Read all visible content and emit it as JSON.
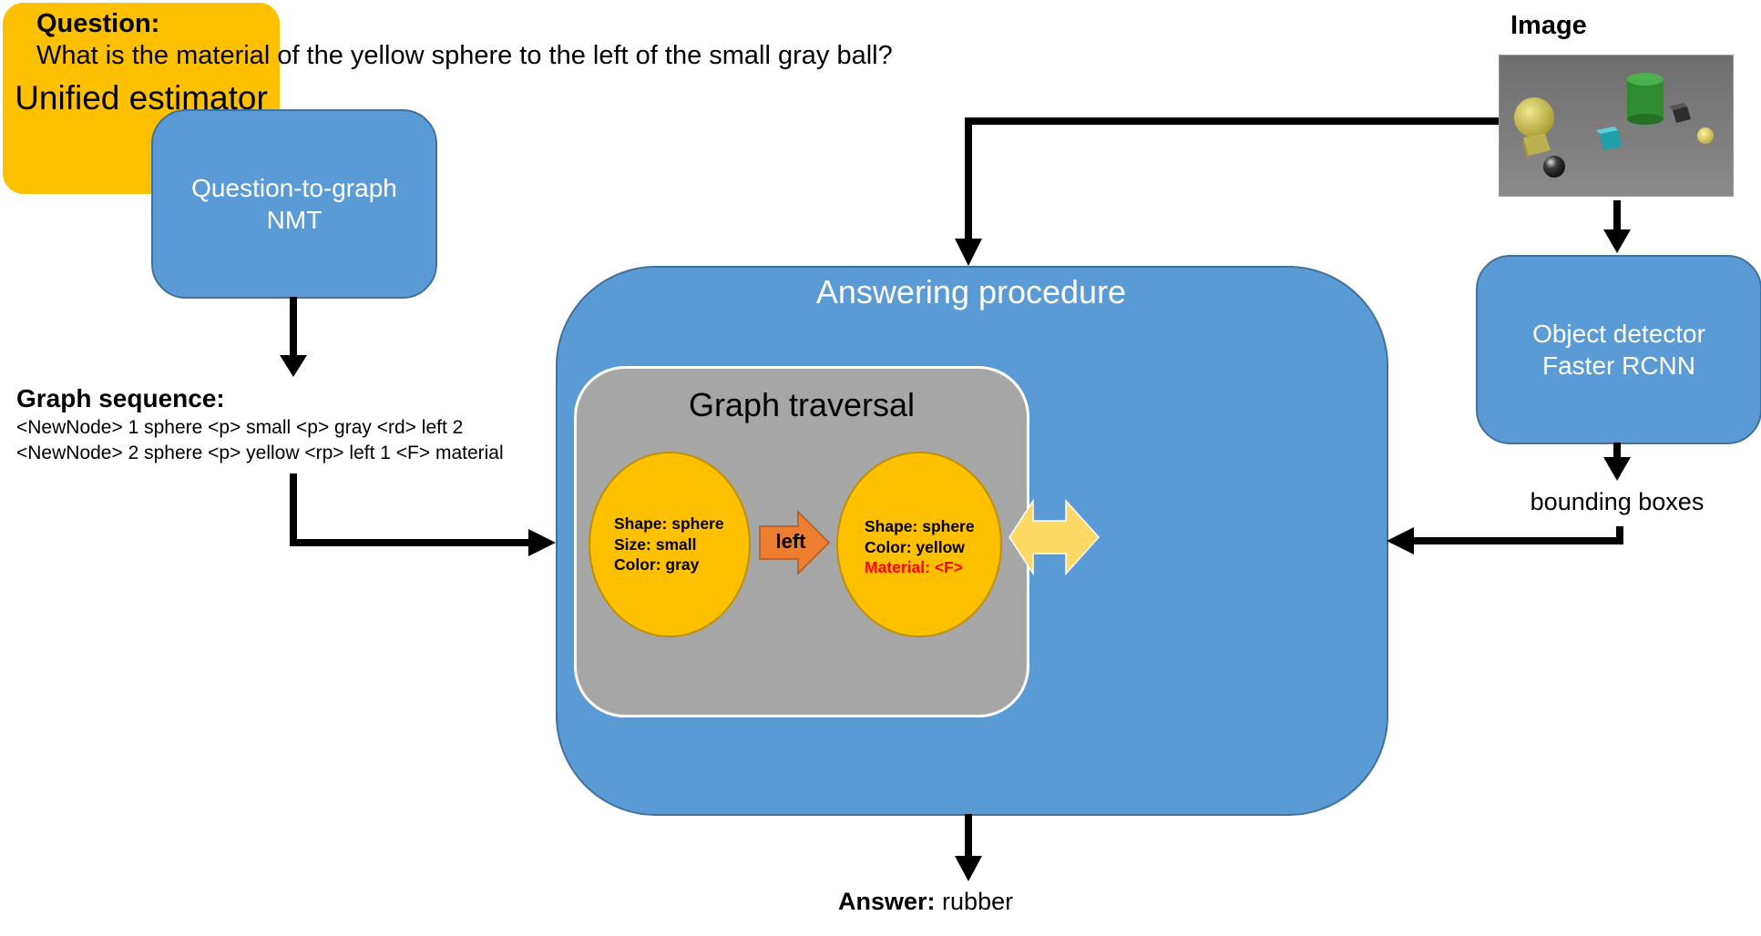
{
  "question": {
    "label": "Question:",
    "text": "What is the material of the yellow sphere to the left of the small gray ball?"
  },
  "question_to_graph": {
    "line1": "Question-to-graph",
    "line2": "NMT"
  },
  "graph_sequence": {
    "label": "Graph sequence:",
    "lines": [
      "<NewNode> 1 sphere <p> small <p> gray <rd> left 2",
      "<NewNode> 2 sphere <p> yellow <rp> left 1 <F> material"
    ]
  },
  "image": {
    "label": "Image"
  },
  "object_detector": {
    "line1": "Object detector",
    "line2": "Faster RCNN"
  },
  "bounding_boxes_label": "bounding boxes",
  "answering_procedure": {
    "title": "Answering procedure",
    "graph_traversal": {
      "title": "Graph traversal",
      "node1": [
        "Shape: sphere",
        "Size: small",
        "Color: gray"
      ],
      "edge_label": "left",
      "node2": [
        "Shape: sphere",
        "Color: yellow",
        "Material: <F>"
      ]
    },
    "unified_estimator": "Unified estimator"
  },
  "answer": {
    "label": "Answer:",
    "value": "rubber"
  },
  "colors": {
    "box_blue": "#5b9bd5",
    "box_border": "#41719c",
    "node_yellow": "#ffc000",
    "traversal_gray": "#a6a6a6",
    "edge_orange": "#ed7d31",
    "double_arrow": "#ffd966",
    "highlight_red": "#ff0000"
  }
}
